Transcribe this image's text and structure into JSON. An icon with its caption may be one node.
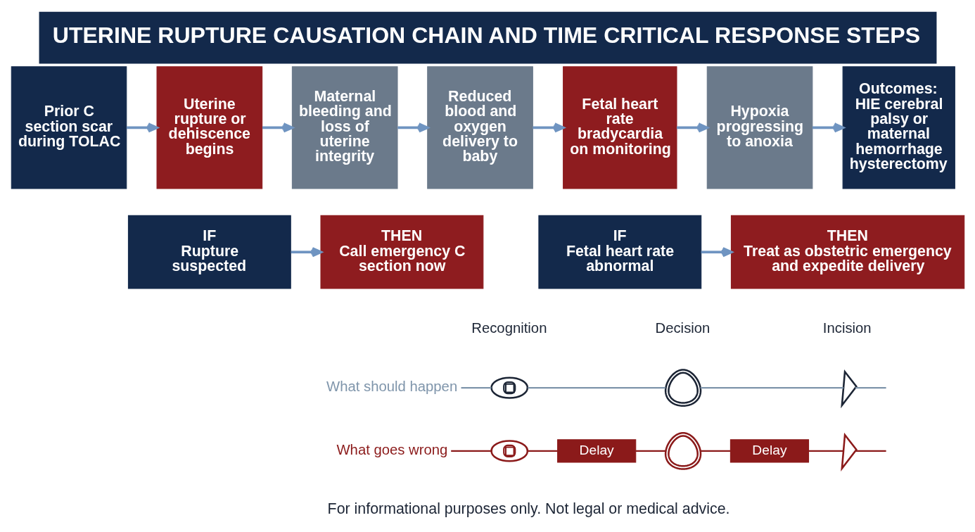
{
  "diagram": {
    "title": "UTERINE RUPTURE CAUSATION CHAIN AND TIME CRITICAL RESPONSE STEPS",
    "caption": "For informational purposes only. Not legal or medical advice.",
    "nodes": [
      {
        "text": [
          "Prior C section scar during TOLAC"
        ]
      },
      {
        "text": [
          "Uterine rupture or dehiscence begins"
        ]
      },
      {
        "text": [
          "Maternal bleeding and loss of uterine integrity"
        ]
      },
      {
        "text": [
          "Reduced blood and oxygen delivery to baby"
        ]
      },
      {
        "text": [
          "Fetal heart rate bradycardia on monitoring"
        ]
      },
      {
        "text": [
          "Hypoxia progressing to anoxia"
        ]
      },
      {
        "text": [
          "Outcomes: HIE cerebral palsy or maternal hemorrhage hysterectomy"
        ]
      },
      {
        "text": [
          "IF",
          "Rupture suspected"
        ]
      },
      {
        "text": [
          "THEN",
          "Call emergency C section now"
        ]
      },
      {
        "text": [
          "IF",
          "Fetal heart rate abnormal"
        ]
      },
      {
        "text": [
          "THEN",
          "Treat as obstetric emergency and expedite delivery"
        ]
      },
      {
        "text": [
          "What should happen"
        ]
      },
      {
        "text": [],
        "shape": "picture"
      },
      {
        "text": [],
        "shape": "picture"
      },
      {
        "text": [],
        "shape": "picture"
      },
      {
        "text": [
          "What goes wrong"
        ]
      },
      {
        "text": [],
        "shape": "picture"
      },
      {
        "text": [
          "Delay"
        ]
      },
      {
        "text": [],
        "shape": "picture"
      },
      {
        "text": [
          "Delay"
        ]
      },
      {
        "text": [],
        "shape": "picture"
      }
    ],
    "edges": [
      {
        "from": 0,
        "to": 1,
        "arrow": "to"
      },
      {
        "from": 1,
        "to": 2,
        "arrow": "to"
      },
      {
        "from": 2,
        "to": 3,
        "arrow": "to"
      },
      {
        "from": 3,
        "to": 4,
        "arrow": "to"
      },
      {
        "from": 4,
        "to": 5,
        "arrow": "to"
      },
      {
        "from": 5,
        "to": 6,
        "arrow": "to"
      },
      {
        "from": 7,
        "to": 8,
        "arrow": "to"
      },
      {
        "from": 9,
        "to": 10,
        "arrow": "to"
      },
      {
        "from": 11,
        "to": 12,
        "arrow": "none",
        "color": "#7f95ab"
      },
      {
        "from": 12,
        "to": 13,
        "arrow": "none",
        "color": "#7f95ab"
      },
      {
        "from": 13,
        "to": 14,
        "arrow": "none",
        "color": "#7f95ab"
      },
      {
        "from": 14,
        "to": null,
        "arrow": "none",
        "color": "#7f95ab"
      },
      {
        "from": 15,
        "to": 16,
        "arrow": "none",
        "color": "#8b1a1a"
      },
      {
        "from": 16,
        "to": 17,
        "arrow": "none",
        "color": "#8b1a1a"
      },
      {
        "from": 17,
        "to": 18,
        "arrow": "none",
        "color": "#8b1a1a"
      },
      {
        "from": 18,
        "to": 19,
        "arrow": "none",
        "color": "#8b1a1a"
      },
      {
        "from": 19,
        "to": 20,
        "arrow": "none",
        "color": "#8b1a1a"
      },
      {
        "from": 20,
        "to": null,
        "arrow": "none",
        "color": "#8b1a1a"
      }
    ],
    "labels": [
      "Recognition",
      "Decision",
      "Incision"
    ]
  }
}
